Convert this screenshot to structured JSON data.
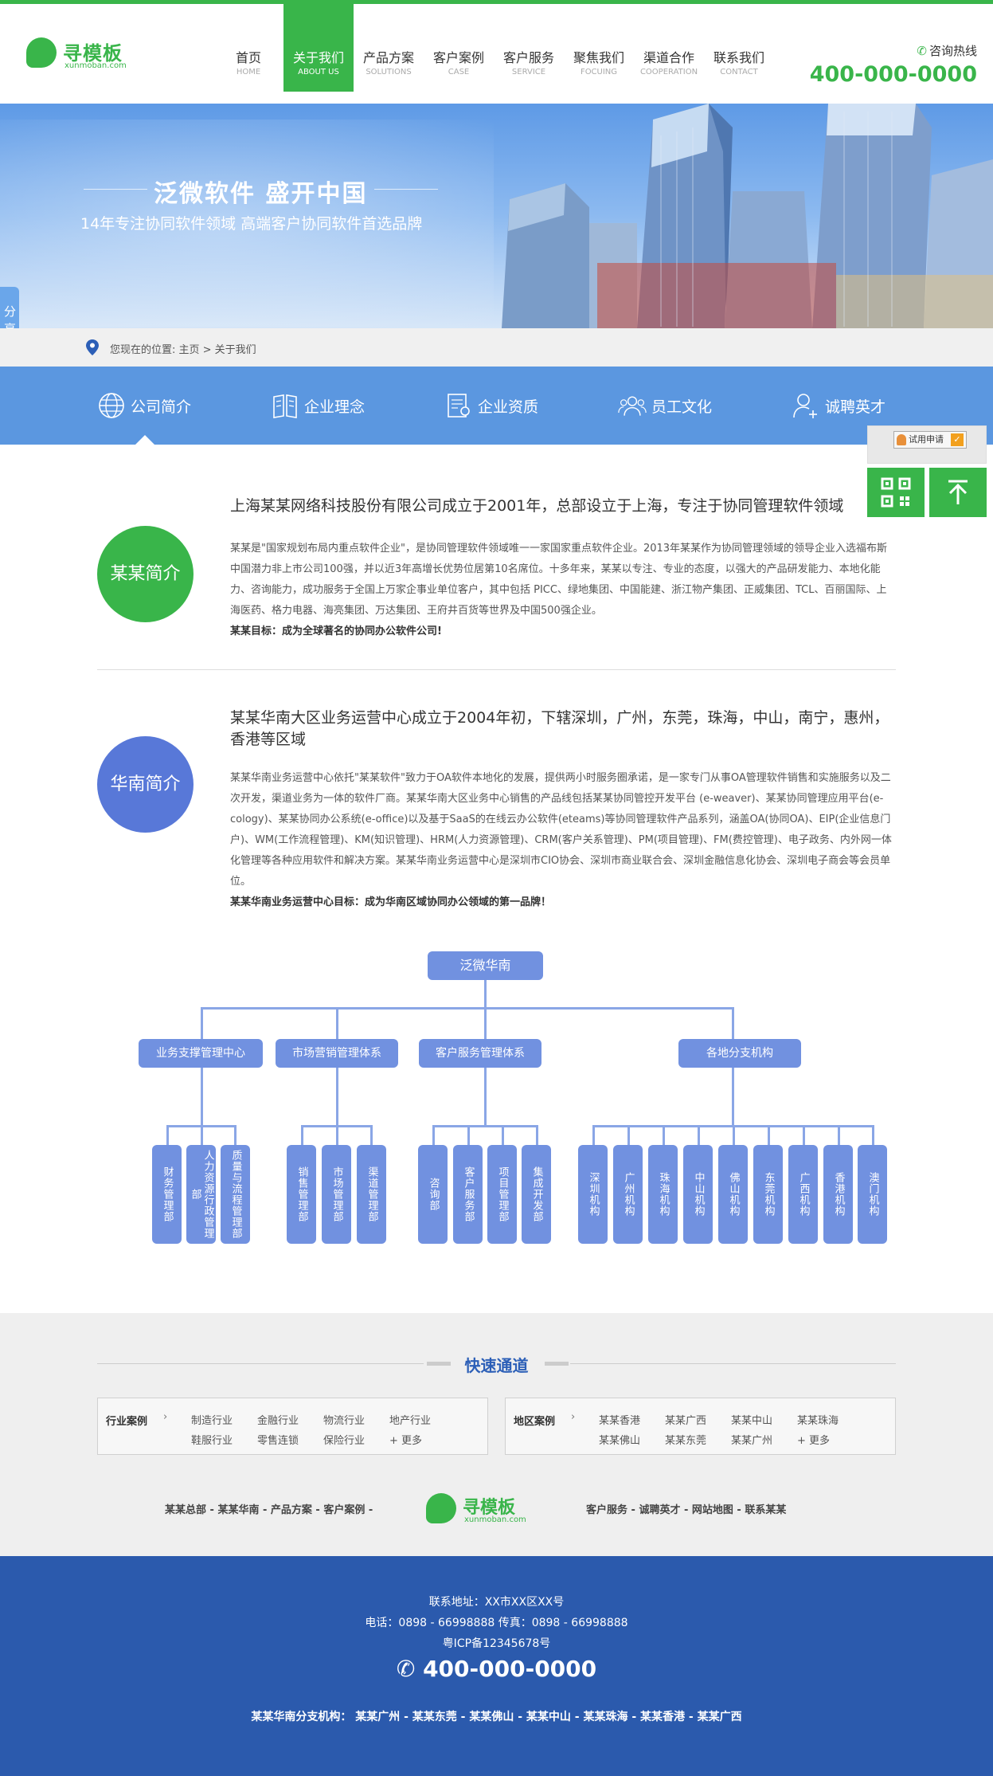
{
  "header": {
    "logo_brand": "寻模板",
    "logo_sub": "xunmoban.com",
    "nav": [
      {
        "cn": "首页",
        "en": "HOME"
      },
      {
        "cn": "关于我们",
        "en": "ABOUT US"
      },
      {
        "cn": "产品方案",
        "en": "SOLUTIONS"
      },
      {
        "cn": "客户案例",
        "en": "CASE"
      },
      {
        "cn": "客户服务",
        "en": "SERVICE"
      },
      {
        "cn": "聚焦我们",
        "en": "FOCUING"
      },
      {
        "cn": "渠道合作",
        "en": "COOPERATION"
      },
      {
        "cn": "联系我们",
        "en": "CONTACT"
      }
    ],
    "hotline_label": "咨询热线",
    "hotline_number": "400-000-0000"
  },
  "banner": {
    "title": "泛微软件  盛开中国",
    "subtitle": "14年专注协同软件领域  高端客户协同软件首选品牌"
  },
  "breadcrumb": "您现在的位置: 主页 > 关于我们",
  "share": "分享",
  "subnav": [
    "公司简介",
    "企业理念",
    "企业资质",
    "员工文化",
    "诚聘英才"
  ],
  "float": {
    "trial": "试用申请"
  },
  "intro1": {
    "circle": "某某简介",
    "head": "上海某某网络科技股份有限公司成立于2001年，总部设立于上海，专注于协同管理软件领域",
    "body": "某某是\"国家规划布局内重点软件企业\"，是协同管理软件领域唯一一家国家重点软件企业。2013年某某作为协同管理领域的领导企业入选福布斯中国潜力非上市公司100强，并以近3年高增长优势位居第10名席位。十多年来，某某以专注、专业的态度，以强大的产品研发能力、本地化能力、咨询能力，成功服务于全国上万家企事业单位客户，其中包括 PICC、绿地集团、中国能建、浙江物产集团、正威集团、TCL、百丽国际、上海医药、格力电器、海亮集团、万达集团、王府井百货等世界及中国500强企业。",
    "goal": "某某目标：成为全球著名的协同办公软件公司!"
  },
  "intro2": {
    "circle": "华南简介",
    "head": "某某华南大区业务运营中心成立于2004年初，下辖深圳，广州，东莞，珠海，中山，南宁，惠州，香港等区域",
    "body": "某某华南业务运营中心依托\"某某软件\"致力于OA软件本地化的发展，提供两小时服务圈承诺，是一家专门从事OA管理软件销售和实施服务以及二次开发，渠道业务为一体的软件厂商。某某华南大区业务中心销售的产品线包括某某协同管控开发平台 (e-weaver)、某某协同管理应用平台(e-cology)、某某协同办公系统(e-office)以及基于SaaS的在线云办公软件(eteams)等协同管理软件产品系列，涵盖OA(协同OA)、EIP(企业信息门户)、WM(工作流程管理)、KM(知识管理)、HRM(人力资源管理)、CRM(客户关系管理)、PM(项目管理)、FM(费控管理)、电子政务、内外网一体化管理等各种应用软件和解决方案。某某华南业务运营中心是深圳市CIO协会、深圳市商业联合会、深圳金融信息化协会、深圳电子商会等会员单位。",
    "goal": "某某华南业务运营中心目标：成为华南区域协同办公领域的第一品牌！"
  },
  "org": {
    "root": "泛微华南",
    "groups": [
      {
        "name": "业务支撑管理中心",
        "leaves": [
          "财务管理部",
          "人力资源行政管理部",
          "质量与流程管理部"
        ]
      },
      {
        "name": "市场营销管理体系",
        "leaves": [
          "销售管理部",
          "市场管理部",
          "渠道管理部"
        ]
      },
      {
        "name": "客户服务管理体系",
        "leaves": [
          "咨询部",
          "客户服务部",
          "项目管理部",
          "集成开发部"
        ]
      },
      {
        "name": "各地分支机构",
        "leaves": [
          "深圳机构",
          "广州机构",
          "珠海机构",
          "中山机构",
          "佛山机构",
          "东莞机构",
          "广西机构",
          "香港机构",
          "澳门机构"
        ]
      }
    ]
  },
  "quick": {
    "title": "快速通道",
    "industry_label": "行业案例",
    "industry": [
      "制造行业",
      "金融行业",
      "物流行业",
      "地产行业",
      "鞋服行业",
      "零售连锁",
      "保险行业",
      "+ 更多"
    ],
    "region_label": "地区案例",
    "region": [
      "某某香港",
      "某某广西",
      "某某中山",
      "某某珠海",
      "某某佛山",
      "某某东莞",
      "某某广州",
      "+ 更多"
    ],
    "links_left": "某某总部  -  某某华南  -  产品方案  -  客户案例  -",
    "links_right": "客户服务  -  诚聘英才  -  网站地图  -  联系某某"
  },
  "footer": {
    "address": "联系地址：XX市XX区XX号",
    "tel": "电话：0898 - 66998888 传真：0898 - 66998888",
    "icp": "粤ICP备12345678号",
    "phone": "400-000-0000",
    "branches": "某某华南分支机构：  某某广州 -  某某东莞 -  某某佛山 -  某某中山 -  某某珠海 -  某某香港 -  某某广西"
  }
}
